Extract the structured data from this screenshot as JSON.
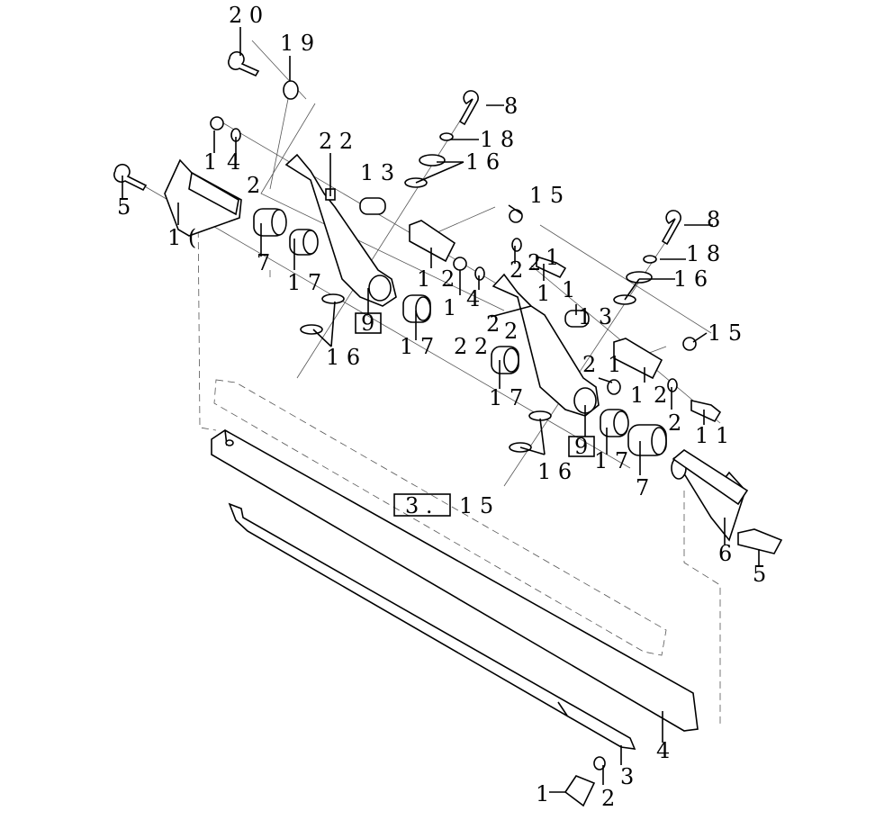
{
  "title": "Exploded parts diagram",
  "reference_box": "3 .",
  "reference_suffix": "1 5",
  "labels": [
    "2 0",
    "1 9",
    "8",
    "1 8",
    "1 6",
    "2 2",
    "1 3",
    "1",
    "4",
    "2",
    "5",
    "1 (",
    "7",
    "1 7",
    "1 5",
    "1",
    "2",
    "1",
    "4",
    "2",
    "9",
    "1 6",
    "1 7",
    "2 2",
    "2",
    "1",
    "1",
    "1 3",
    "8",
    "1 8",
    "1 6",
    "1 5",
    "2",
    "1",
    "1",
    "2",
    "2",
    "1 1",
    "1 7",
    "9",
    "1 6",
    "1 7",
    "7",
    "6",
    "5",
    "4",
    "3",
    "1",
    "2",
    "2",
    "1",
    "2"
  ]
}
